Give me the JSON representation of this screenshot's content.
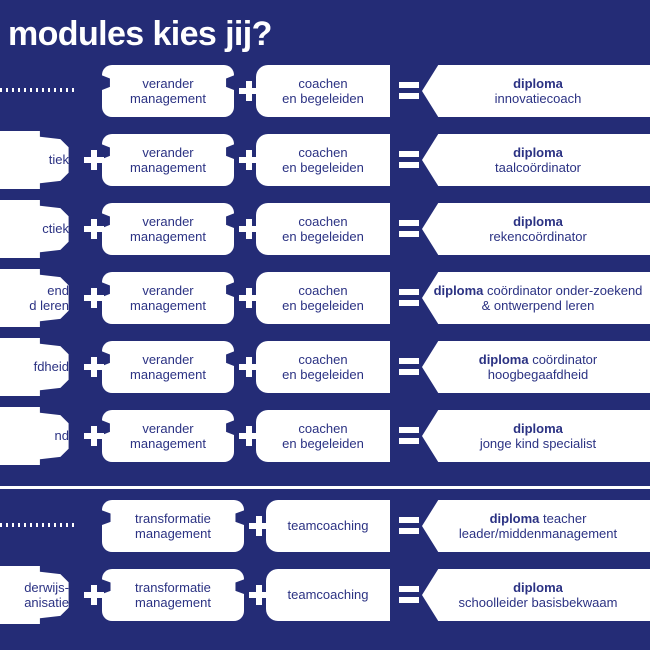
{
  "header": {
    "title": "modules kies jij?"
  },
  "colors": {
    "background": "#242c76",
    "box": "#ffffff",
    "text": "#2b3283",
    "title": "#ffffff"
  },
  "operators": {
    "plus": "+",
    "equals": "="
  },
  "sections": [
    {
      "id": "specialist-section",
      "rows": [
        {
          "theme": null,
          "theme_dots": true,
          "module_a": "verander\nmanagement",
          "module_b": "coachen\nen begeleiden",
          "diploma_bold": "diploma",
          "diploma_rest": "innovatiecoach",
          "diploma_layout": "stacked"
        },
        {
          "theme": "tiek",
          "theme_dots": false,
          "module_a": "verander\nmanagement",
          "module_b": "coachen\nen begeleiden",
          "diploma_bold": "diploma",
          "diploma_rest": "taalcoördinator",
          "diploma_layout": "stacked"
        },
        {
          "theme": "ctiek",
          "theme_dots": false,
          "module_a": "verander\nmanagement",
          "module_b": "coachen\nen begeleiden",
          "diploma_bold": "diploma",
          "diploma_rest": "rekencoördinator",
          "diploma_layout": "stacked"
        },
        {
          "theme": "end\nd leren",
          "theme_dots": false,
          "module_a": "verander\nmanagement",
          "module_b": "coachen\nen begeleiden",
          "diploma_bold": "diploma",
          "diploma_rest": " coördinator onder-zoekend & ontwerpend leren",
          "diploma_layout": "inline"
        },
        {
          "theme": "fdheid",
          "theme_dots": false,
          "module_a": "verander\nmanagement",
          "module_b": "coachen\nen begeleiden",
          "diploma_bold": "diploma",
          "diploma_rest": " coördinator hoogbegaafdheid",
          "diploma_layout": "inline"
        },
        {
          "theme": "nd",
          "theme_dots": false,
          "module_a": "verander\nmanagement",
          "module_b": "coachen\nen begeleiden",
          "diploma_bold": "diploma",
          "diploma_rest": "jonge kind specialist",
          "diploma_layout": "stacked"
        }
      ]
    },
    {
      "id": "leiderschap-section",
      "rows": [
        {
          "theme": null,
          "theme_dots": true,
          "module_a": "transformatie\nmanagement",
          "module_b": "teamcoaching",
          "diploma_bold": "diploma",
          "diploma_rest": " teacher leader/middenmanagement",
          "diploma_layout": "inline"
        },
        {
          "theme": "derwijs-\nanisatie",
          "theme_dots": false,
          "module_a": "transformatie\nmanagement",
          "module_b": "teamcoaching",
          "diploma_bold": "diploma",
          "diploma_rest": "schoolleider basisbekwaam",
          "diploma_layout": "stacked"
        }
      ]
    }
  ]
}
